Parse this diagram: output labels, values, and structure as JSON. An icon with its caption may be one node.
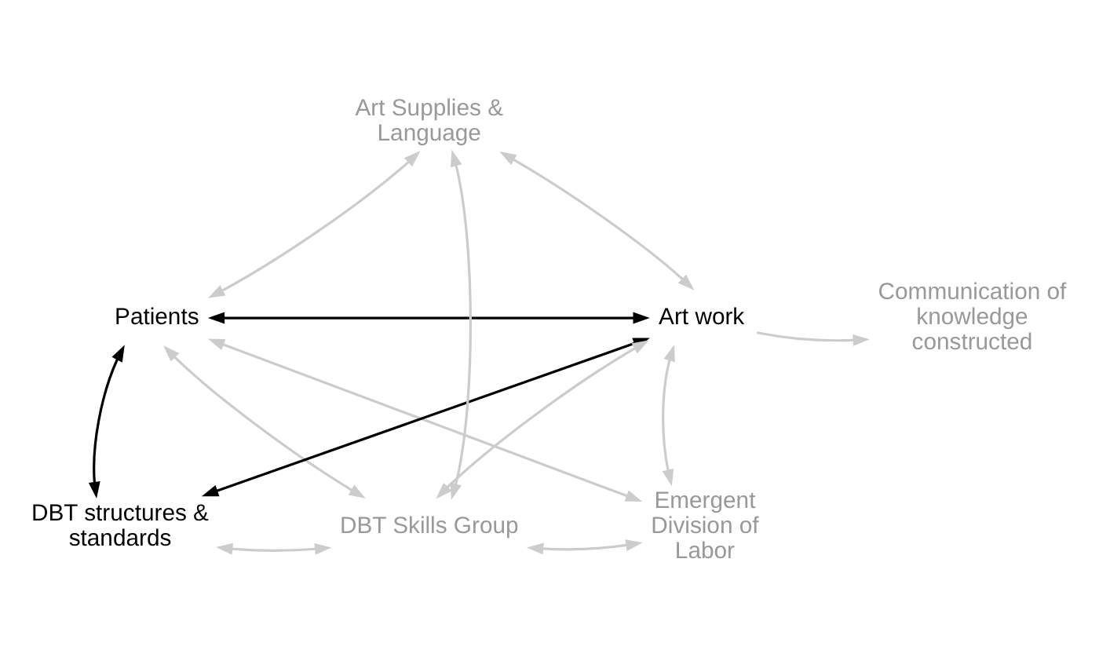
{
  "diagram": {
    "nodes": [
      {
        "text": [
          "Art Supplies & Language"
        ]
      },
      {
        "text": [
          "Patients"
        ]
      },
      {
        "text": [
          "Art work"
        ]
      },
      {
        "text": [
          "Communication of knowledge constructed"
        ]
      },
      {
        "text": [
          "DBT structures & standards"
        ]
      },
      {
        "text": [
          "DBT Skills Group"
        ]
      },
      {
        "text": [
          "Emergent Division of Labor"
        ]
      }
    ],
    "edges": [
      {
        "from": 1,
        "to": 0,
        "arrow": "both"
      },
      {
        "from": 5,
        "to": 0,
        "arrow": "both"
      },
      {
        "from": 2,
        "to": 0,
        "arrow": "both"
      },
      {
        "from": 1,
        "to": 2,
        "arrow": "both",
        "color": "#000000"
      },
      {
        "from": 2,
        "to": 3,
        "arrow": "to"
      },
      {
        "from": 1,
        "to": 4,
        "arrow": "both",
        "color": "#000000"
      },
      {
        "from": 2,
        "to": 4,
        "arrow": "both",
        "color": "#000000"
      },
      {
        "from": 1,
        "to": 5,
        "arrow": "both"
      },
      {
        "from": 1,
        "to": 6,
        "arrow": "both"
      },
      {
        "from": 2,
        "to": 5,
        "arrow": "both"
      },
      {
        "from": 2,
        "to": 6,
        "arrow": "both"
      },
      {
        "from": 4,
        "to": 5,
        "arrow": "both"
      },
      {
        "from": 5,
        "to": 6,
        "arrow": "both"
      }
    ]
  }
}
